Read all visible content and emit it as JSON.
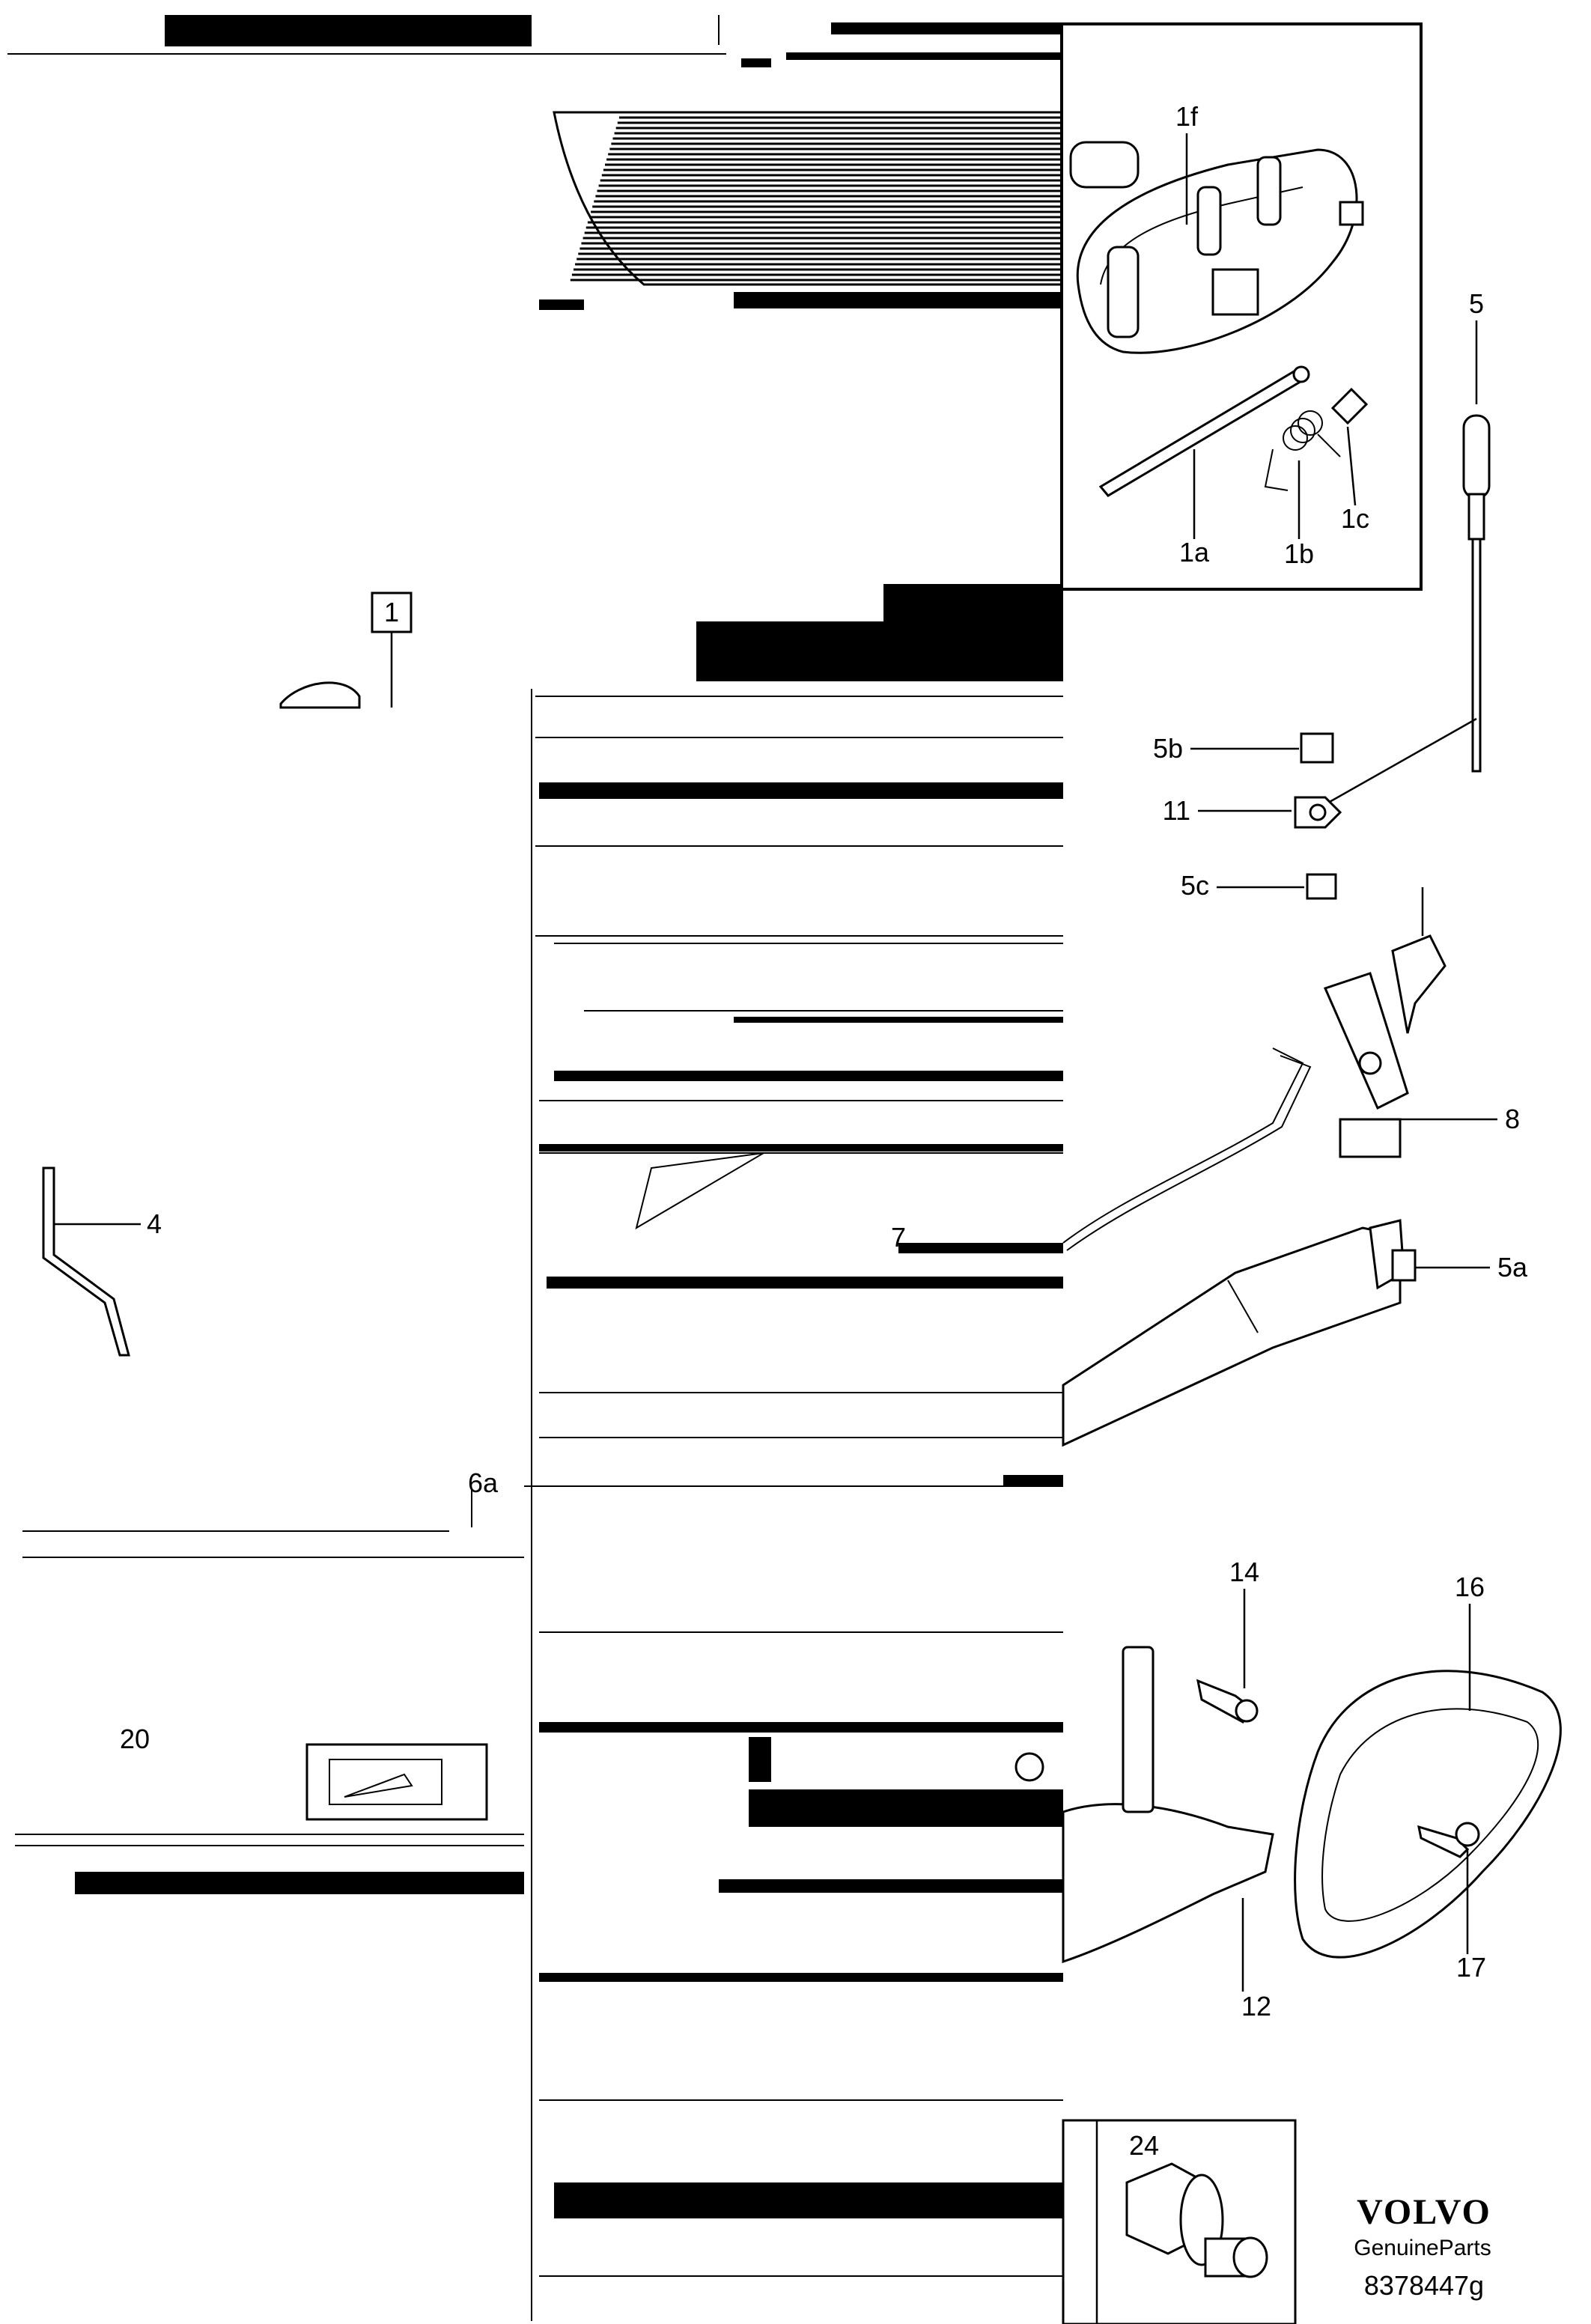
{
  "diagram": {
    "callouts": {
      "c1": "1",
      "c1f": "1f",
      "c1a": "1a",
      "c1b": "1b",
      "c1c": "1c",
      "c4": "4",
      "c5": "5",
      "c5a": "5a",
      "c5b": "5b",
      "c5c": "5c",
      "c6a": "6a",
      "c7": "7",
      "c8": "8",
      "c11": "11",
      "c12": "12",
      "c14": "14",
      "c16": "16",
      "c17": "17",
      "c24": "24",
      "c20": "20"
    },
    "brand": {
      "name": "VOLVO",
      "subtitle": "GenuineParts",
      "reference": "8378447g"
    }
  }
}
